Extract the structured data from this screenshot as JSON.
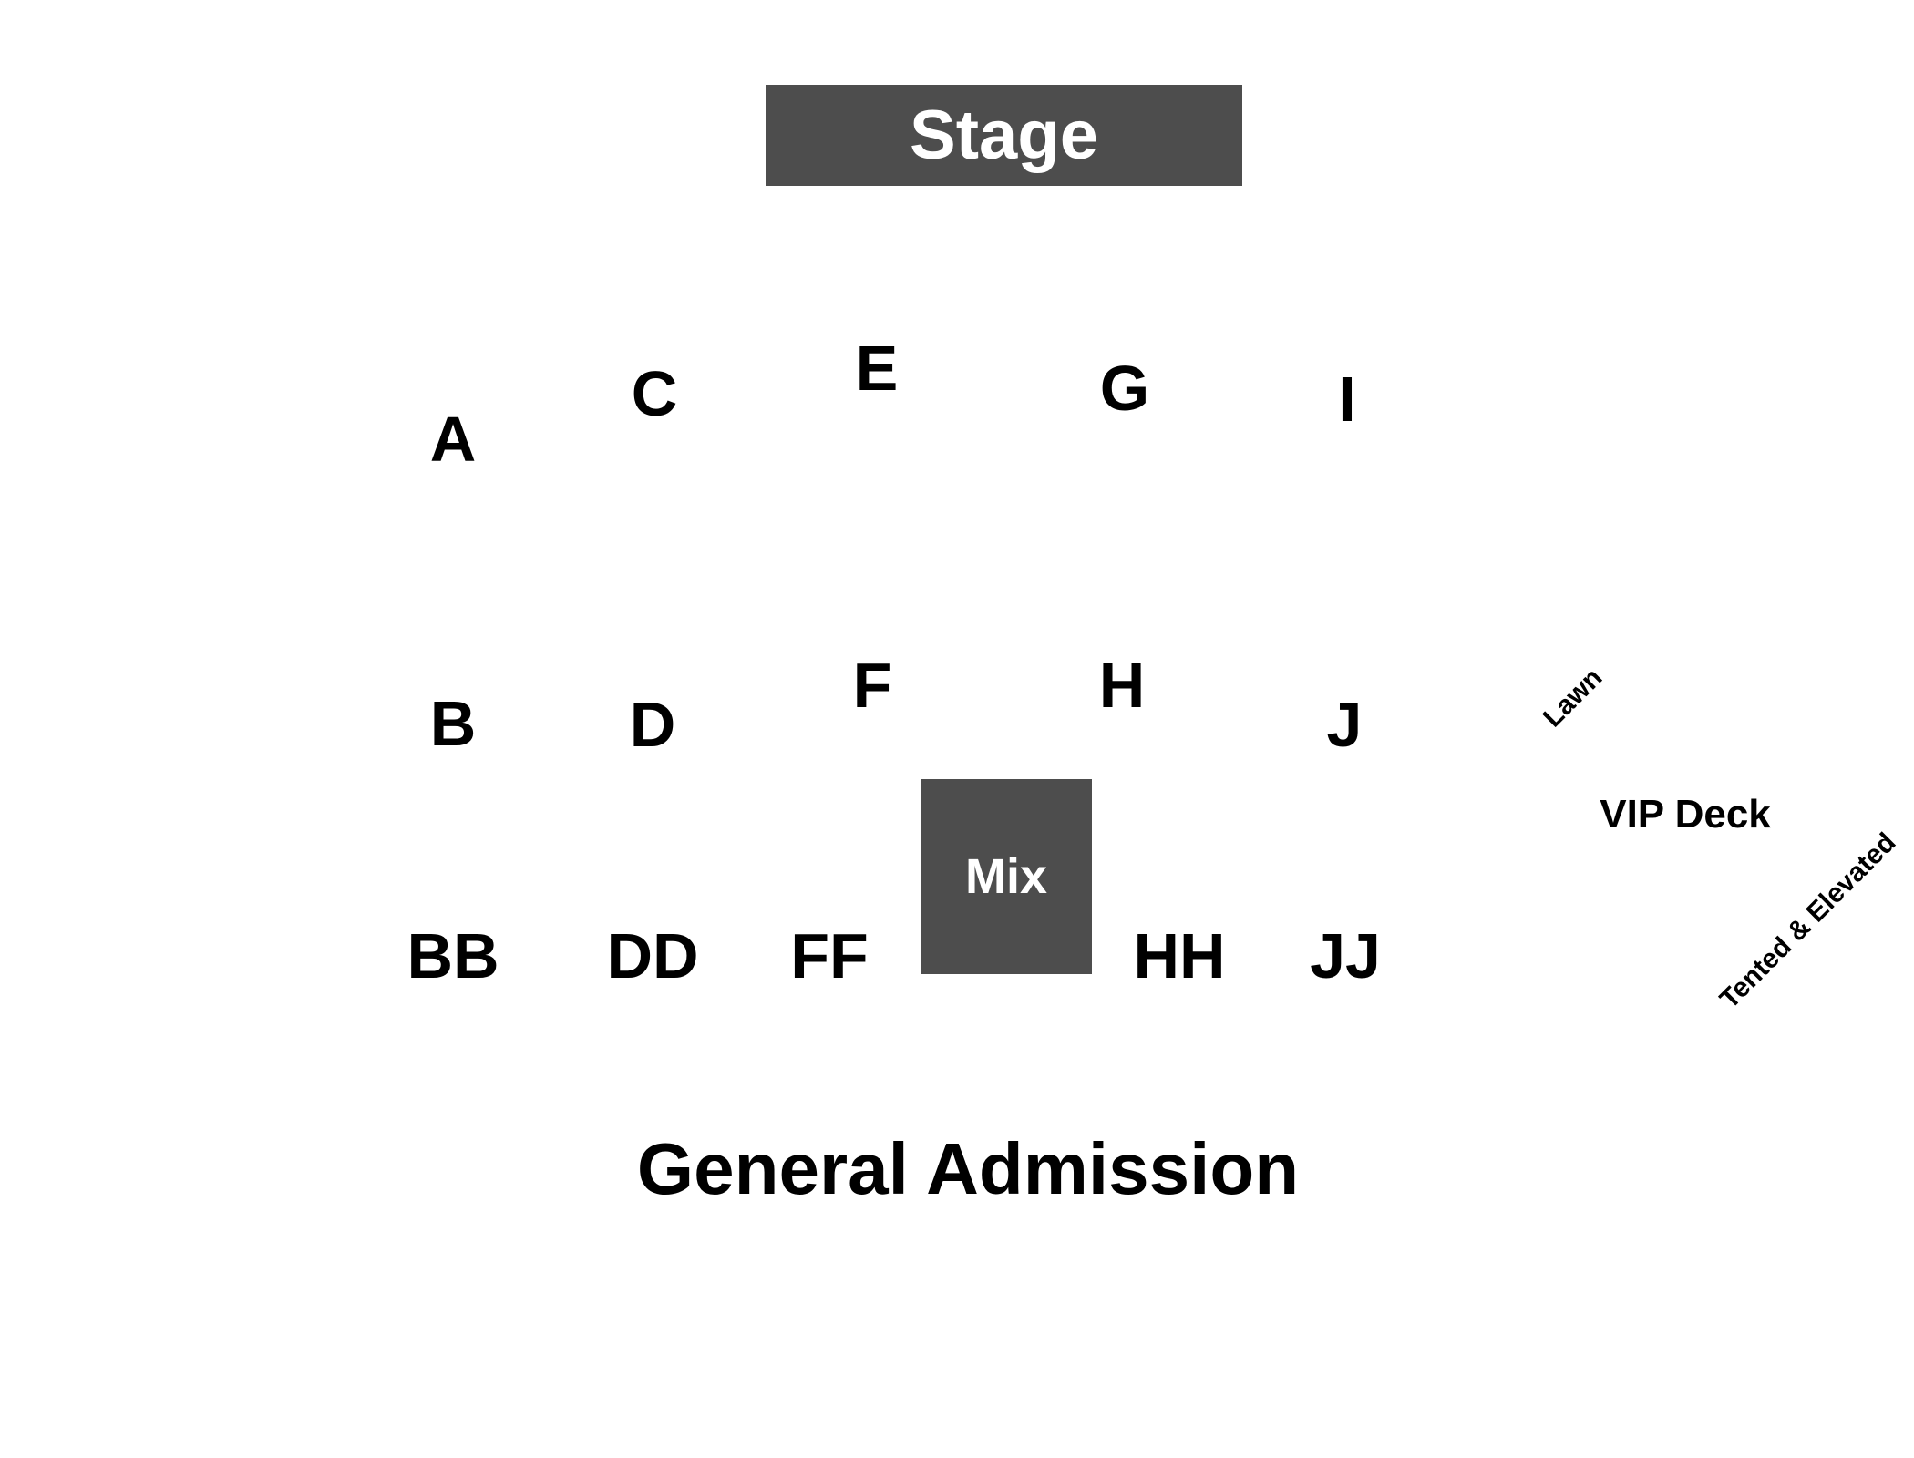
{
  "colors": {
    "block_fill": "#4d4d4d",
    "block_text": "#ffffff",
    "label_text": "#000000",
    "background": "#ffffff"
  },
  "stage": {
    "label": "Stage"
  },
  "mix": {
    "label": "Mix"
  },
  "sections": {
    "A": "A",
    "C": "C",
    "E": "E",
    "G": "G",
    "I": "I",
    "B": "B",
    "D": "D",
    "F": "F",
    "H": "H",
    "J": "J",
    "BB": "BB",
    "DD": "DD",
    "FF": "FF",
    "HH": "HH",
    "JJ": "JJ"
  },
  "areas": {
    "general_admission": "General Admission",
    "vip_deck": "VIP Deck",
    "lawn": "Lawn",
    "tented_elevated": "Tented & Elevated"
  }
}
